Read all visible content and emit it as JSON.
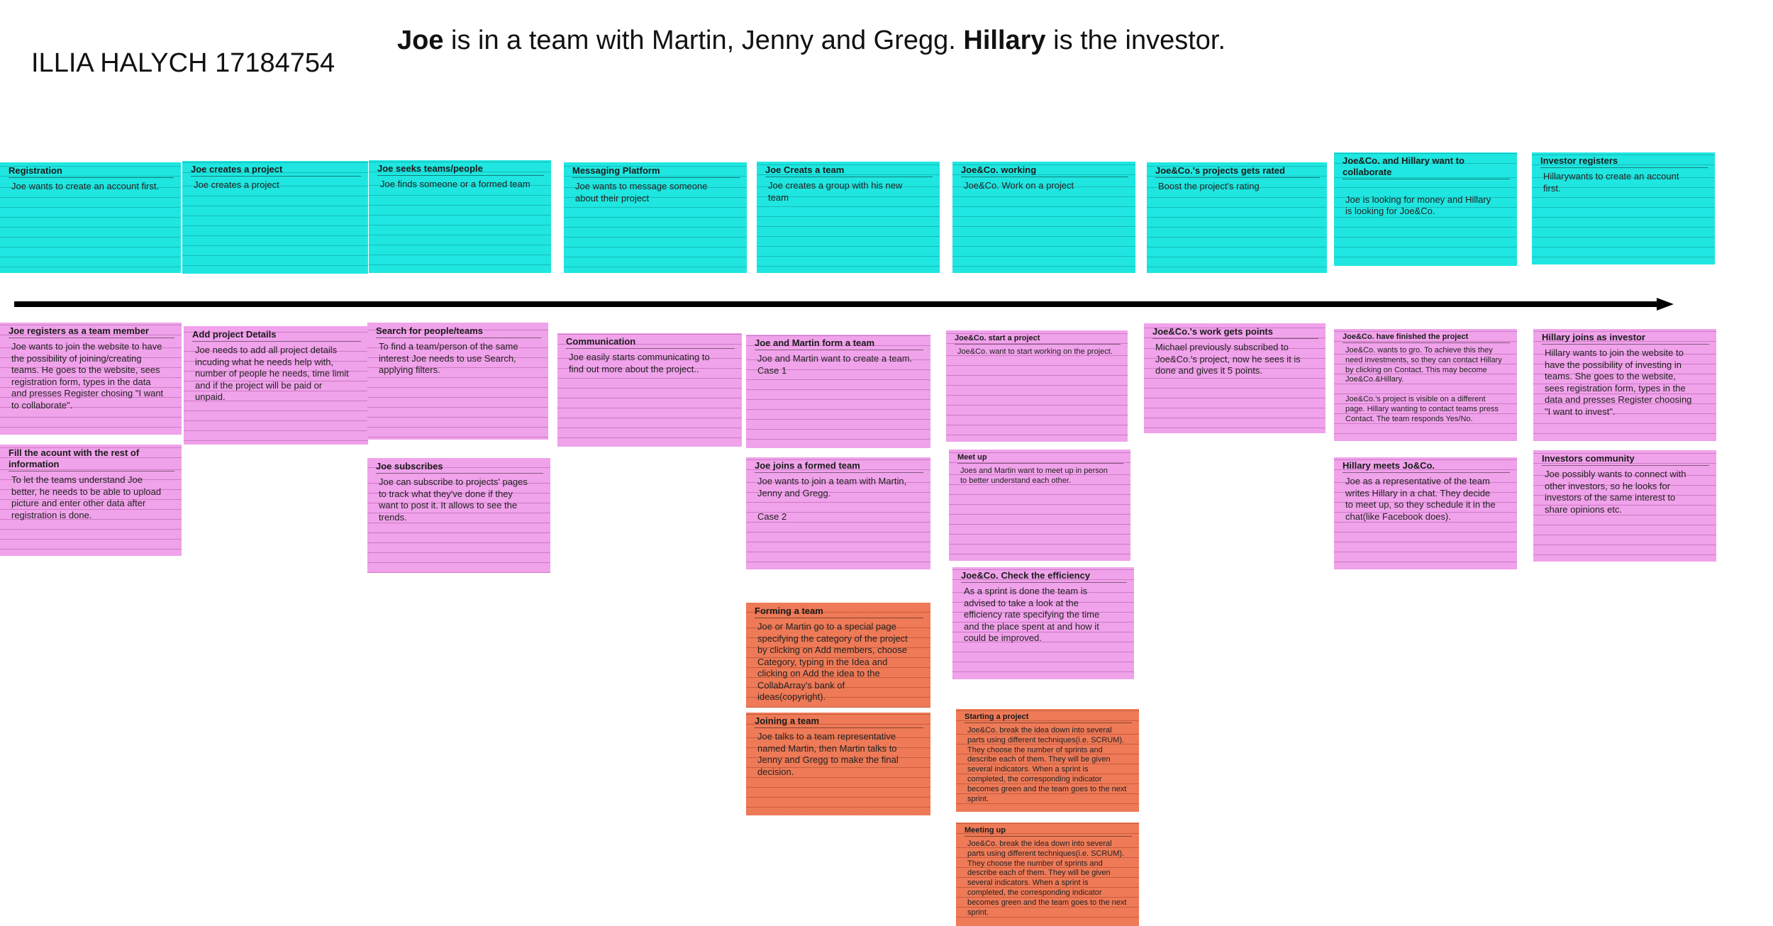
{
  "header": {
    "author": "ILLIA HALYCH 17184754",
    "headline_parts": [
      "Joe",
      " is in a team with Martin, Jenny and Gregg. ",
      "Hillary",
      " is the investor."
    ]
  },
  "colors": {
    "cyan": "#1fe6e0",
    "pink": "#f0a2ea",
    "coral": "#ee7a57",
    "arrow": "#000000"
  },
  "timeline": {
    "icon": "arrow-right-icon"
  },
  "cards": [
    {
      "id": "registration",
      "color": "cyan",
      "title": "Registration",
      "body": "Joe wants to create an account first."
    },
    {
      "id": "joe-creates-project",
      "color": "cyan",
      "title": "Joe creates a project",
      "body": "Joe creates a project"
    },
    {
      "id": "joe-seeks-teams",
      "color": "cyan",
      "title": "Joe seeks teams/people",
      "body": "Joe finds someone or a formed team"
    },
    {
      "id": "messaging-platform",
      "color": "cyan",
      "title": "Messaging Platform",
      "body": "Joe wants to message someone\nabout their project"
    },
    {
      "id": "joe-creates-team",
      "color": "cyan",
      "title": "Joe Creats a team",
      "body": "Joe creates a group with his new\nteam"
    },
    {
      "id": "joeco-working",
      "color": "cyan",
      "title": "Joe&Co. working",
      "body": "Joe&Co. Work on a project"
    },
    {
      "id": "joeco-rated",
      "color": "cyan",
      "title": "Joe&Co.'s projects gets rated",
      "body": "Boost the project's rating"
    },
    {
      "id": "collaborate",
      "color": "cyan",
      "title": "Joe&Co. and Hillary want to\ncollaborate",
      "body": "\nJoe is looking for money and Hillary\nis looking for Joe&Co."
    },
    {
      "id": "investor-registers",
      "color": "cyan",
      "title": "Investor registers",
      "body": "Hillarywants to create an account\nfirst."
    },
    {
      "id": "team-member-register",
      "color": "pink",
      "title": "Joe registers as a team member",
      "body": "Joe wants to join the website to have\nthe possibility of joining/creating\nteams. He goes to the website, sees\nregistration form, types in the data\nand presses Register chosing \"I want\nto collaborate\"."
    },
    {
      "id": "fill-account",
      "color": "pink",
      "title": "Fill the acount with the rest of\ninformation",
      "body": "To let the teams understand Joe\nbetter, he needs to be able to upload\npicture and enter other data after\nregistration is done."
    },
    {
      "id": "add-project-details",
      "color": "pink",
      "title": "Add project Details",
      "body": "Joe needs to add all project details\nincuding what he needs help with,\nnumber of people he needs, time limit\nand if the project will be paid or\nunpaid."
    },
    {
      "id": "search-people",
      "color": "pink",
      "title": "Search for people/teams",
      "body": "To find a team/person of the same\ninterest Joe needs to use Search,\napplying filters."
    },
    {
      "id": "joe-subscribes",
      "color": "pink",
      "title": "Joe subscribes",
      "body": "Joe can subscribe to projects' pages\nto track what they've done if they\nwant to post it. It allows to see the\ntrends."
    },
    {
      "id": "communication",
      "color": "pink",
      "title": "Communication",
      "body": "Joe easily starts communicating to\nfind out more about the project.."
    },
    {
      "id": "form-team",
      "color": "pink",
      "title": "Joe and Martin form a team",
      "body": "Joe and Martin want to create a team.\nCase 1"
    },
    {
      "id": "join-formed-team",
      "color": "pink",
      "title": "Joe joins a formed team",
      "body": "Joe wants to join a team with Martin,\nJenny and Gregg.\n\nCase 2"
    },
    {
      "id": "start-project",
      "color": "pink",
      "small": true,
      "title": "Joe&Co. start a project",
      "body": "Joe&Co. want to start working on the project."
    },
    {
      "id": "meet-up",
      "color": "pink",
      "small": true,
      "title": "Meet up",
      "body": "Joes and Martin want to meet up in person\nto better understand each other."
    },
    {
      "id": "check-efficiency",
      "color": "pink",
      "title": "Joe&Co. Check the efficiency",
      "body": "As a sprint is done the team is\nadvised to take a look at the\nefficiency rate specifying the time\nand the place spent at and how it\ncould be improved."
    },
    {
      "id": "work-points",
      "color": "pink",
      "title": "Joe&Co.'s work gets points",
      "body": "Michael previously subscribed to\nJoe&Co.'s project, now he sees it is\ndone and gives it 5 points."
    },
    {
      "id": "finished-project",
      "color": "pink",
      "small": true,
      "title": "Joe&Co. have finished the project",
      "body": "Joe&Co. wants to gro. To achieve this they\nneed investments, so they can contact Hillary\nby clicking on Contact. This may become\nJoe&Co.&Hillary.\n\nJoe&Co.'s project is visible on a different\npage. Hillary wanting to contact teams press\nContact. The team responds Yes/No."
    },
    {
      "id": "hillary-meets",
      "color": "pink",
      "title": "Hillary meets Jo&Co.",
      "body": "Joe as a representative of the team\nwrites Hillary in a chat. They decide\nto meet up, so they schedule it in the\nchat(like Facebook does)."
    },
    {
      "id": "hillary-joins",
      "color": "pink",
      "title": "Hillary joins as investor",
      "body": "Hillary wants to join the website to\nhave the possibility of investing in\nteams. She goes to the website,\nsees registration form, types in the\ndata and presses Register choosing\n\"I want to invest\"."
    },
    {
      "id": "investors-community",
      "color": "pink",
      "title": "Investors community",
      "body": "Joe possibly wants to connect with\nother investors, so he looks for\ninvestors of the same interest to\nshare opinions etc."
    },
    {
      "id": "forming-team",
      "color": "coral",
      "title": "Forming a team",
      "body": "Joe or Martin go to a special page\nspecifying the category of the project\nby clicking on Add members, choose\nCategory, typing in the Idea and\nclicking on Add the idea to the\nCollabArray's bank of\nideas(copyright)."
    },
    {
      "id": "joining-team",
      "color": "coral",
      "title": "Joining a team",
      "body": "Joe talks to a team representative\nnamed Martin, then Martin talks to\nJenny and Gregg to make the final\ndecision."
    },
    {
      "id": "starting-project",
      "color": "coral",
      "small": true,
      "title": "Starting a project",
      "body": "Joe&Co. break the idea down into several\nparts using different techniques(i.e. SCRUM).\nThey choose the number of sprints and\ndescribe each of them. They will be given\nseveral indicators. When a sprint is\ncompleted, the corresponding indicator\nbecomes green and the team goes to the next\nsprint."
    },
    {
      "id": "meeting-up",
      "color": "coral",
      "small": true,
      "title": "Meeting up",
      "body": "Joe&Co. break the idea down into several\nparts using different techniques(i.e. SCRUM).\nThey choose the number of sprints and\ndescribe each of them. They will be given\nseveral indicators. When a sprint is\ncompleted, the corresponding indicator\nbecomes green and the team goes to the next\nsprint."
    }
  ]
}
